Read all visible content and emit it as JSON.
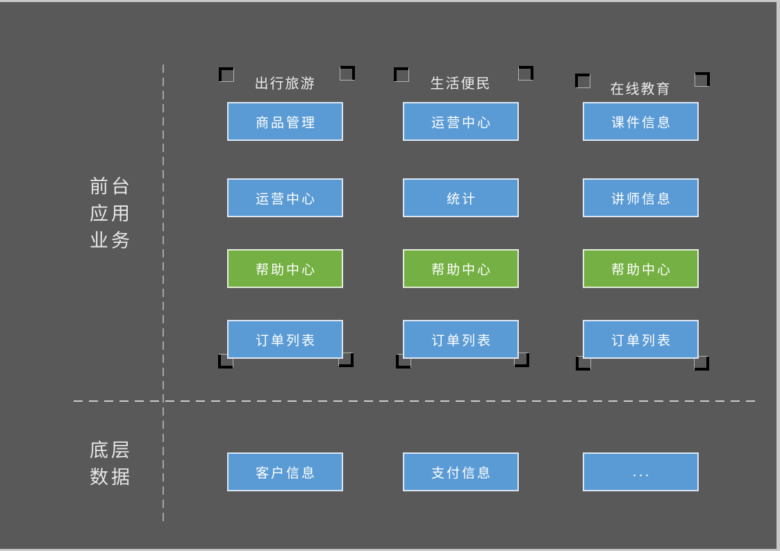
{
  "canvas": {
    "background": "#595959",
    "frame_color": "#c9c9c9",
    "box_blue": "#5b9bd5",
    "box_green": "#74b043",
    "bracket_blue": "#7f9fd6",
    "bracket_green": "#95c66f",
    "text_light": "#e6e6e6"
  },
  "sections": {
    "front_office": {
      "label": "前台\n应用\n业务",
      "line1": "前台",
      "line2": "应用",
      "line3": "业务"
    },
    "base_data": {
      "label": "底层\n数据",
      "line1": "底层",
      "line2": "数据"
    }
  },
  "columns": [
    {
      "title": "出行旅游",
      "boxes": [
        {
          "label": "商品管理",
          "color": "blue"
        },
        {
          "label": "运营中心",
          "color": "blue"
        },
        {
          "label": "帮助中心",
          "color": "green"
        },
        {
          "label": "订单列表",
          "color": "blue"
        }
      ],
      "data_box": {
        "label": "客户信息",
        "color": "blue"
      }
    },
    {
      "title": "生活便民",
      "boxes": [
        {
          "label": "运营中心",
          "color": "blue"
        },
        {
          "label": "统计",
          "color": "blue"
        },
        {
          "label": "帮助中心",
          "color": "green"
        },
        {
          "label": "订单列表",
          "color": "blue"
        }
      ],
      "data_box": {
        "label": "支付信息",
        "color": "blue"
      }
    },
    {
      "title": "在线教育",
      "boxes": [
        {
          "label": "课件信息",
          "color": "blue"
        },
        {
          "label": "讲师信息",
          "color": "blue"
        },
        {
          "label": "帮助中心",
          "color": "green"
        },
        {
          "label": "订单列表",
          "color": "blue"
        }
      ],
      "data_box": {
        "label": "...",
        "color": "blue"
      }
    }
  ]
}
